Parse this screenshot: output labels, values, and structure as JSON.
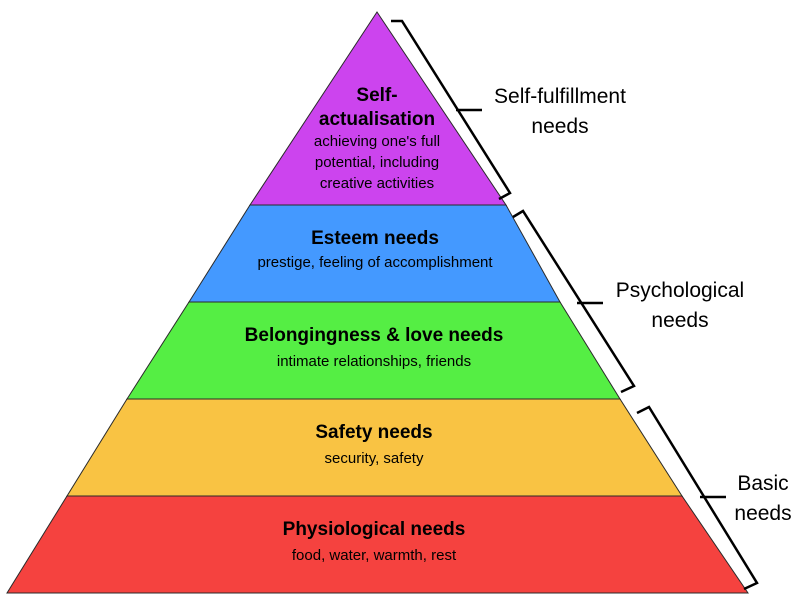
{
  "tiers": [
    {
      "title_lines": [
        "Self-",
        "actualisation"
      ],
      "desc_lines": [
        "achieving one's full",
        "potential, including",
        "creative activities"
      ],
      "color": "#cc44ee"
    },
    {
      "title_lines": [
        "Esteem needs"
      ],
      "desc_lines": [
        "prestige, feeling of accomplishment"
      ],
      "color": "#4499ff"
    },
    {
      "title_lines": [
        "Belongingness & love needs"
      ],
      "desc_lines": [
        "intimate relationships, friends"
      ],
      "color": "#55ee44"
    },
    {
      "title_lines": [
        "Safety needs"
      ],
      "desc_lines": [
        "security, safety"
      ],
      "color": "#f9c343"
    },
    {
      "title_lines": [
        "Physiological needs"
      ],
      "desc_lines": [
        "food, water, warmth, rest"
      ],
      "color": "#f5423f"
    }
  ],
  "groups": [
    {
      "label_lines": [
        "Self-fulfillment",
        "needs"
      ]
    },
    {
      "label_lines": [
        "Psychological",
        "needs"
      ]
    },
    {
      "label_lines": [
        "Basic",
        "needs"
      ]
    }
  ]
}
